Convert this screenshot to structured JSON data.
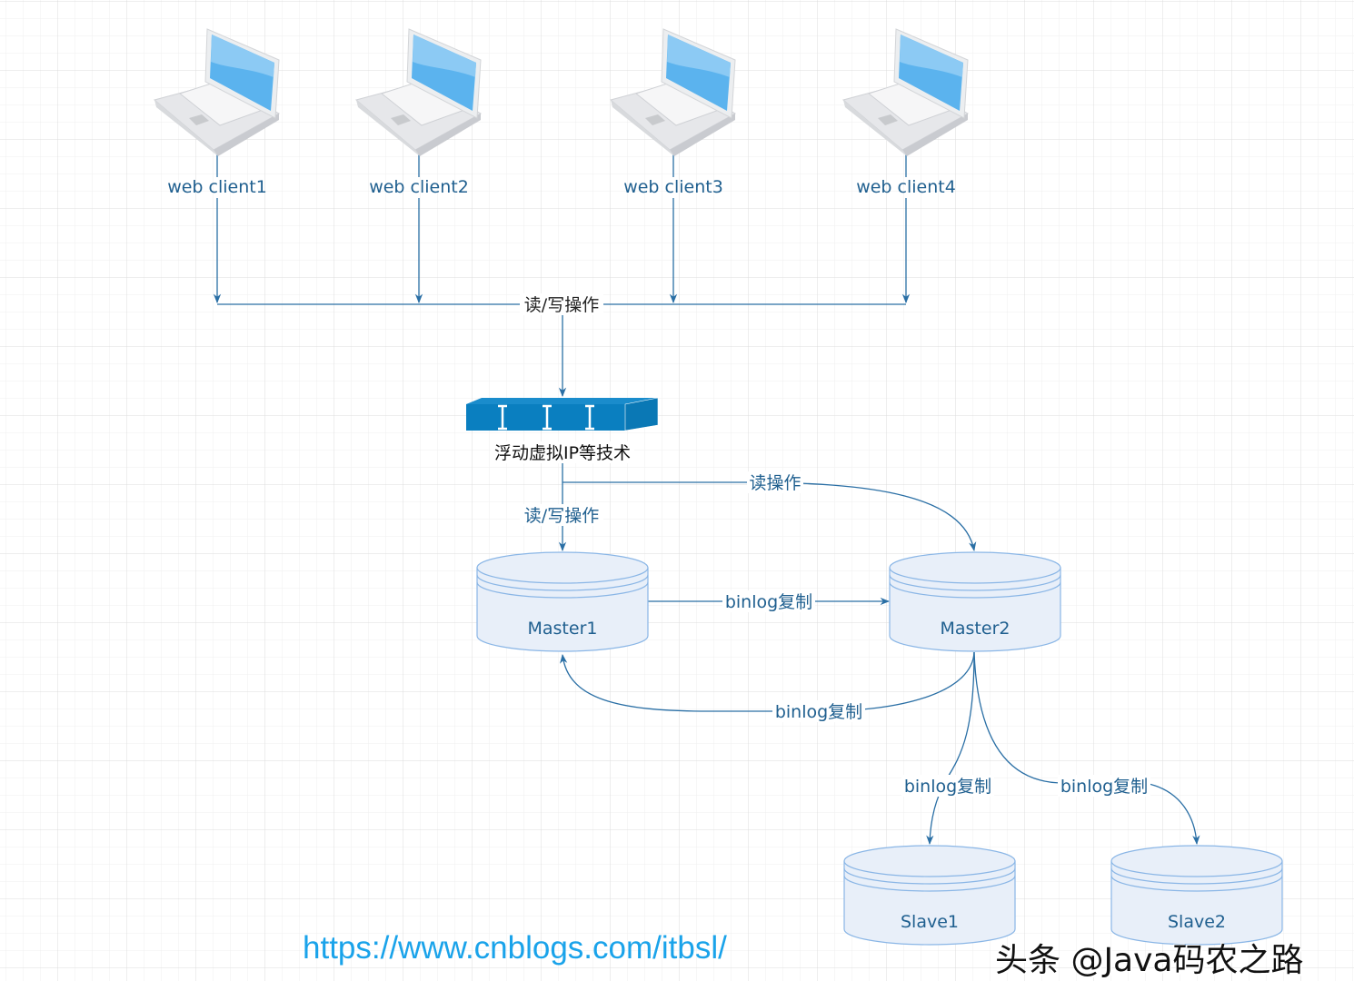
{
  "colors": {
    "edge": "#2a6fa5",
    "label": "#1f5f8f",
    "db_fill": "#e8eff9",
    "db_stroke": "#8ab6e6",
    "switch": "#0a7fc0",
    "url": "#1aa3ea"
  },
  "clients": [
    {
      "label": "web client1",
      "icon": "laptop-icon"
    },
    {
      "label": "web client2",
      "icon": "laptop-icon"
    },
    {
      "label": "web client3",
      "icon": "laptop-icon"
    },
    {
      "label": "web client4",
      "icon": "laptop-icon"
    }
  ],
  "bus_label": "读/写操作",
  "switch": {
    "label": "浮动虚拟IP等技术",
    "icon": "network-switch-icon"
  },
  "edges": {
    "rw_to_master1": "读/写操作",
    "read_to_master2": "读操作",
    "m1_to_m2": "binlog复制",
    "m2_to_m1": "binlog复制",
    "m2_to_slave1": "binlog复制",
    "m2_to_slave2": "binlog复制"
  },
  "databases": {
    "master1": "Master1",
    "master2": "Master2",
    "slave1": "Slave1",
    "slave2": "Slave2"
  },
  "footer": {
    "url": "https://www.cnblogs.com/itbsl/",
    "watermark": "头条 @Java码农之路"
  }
}
